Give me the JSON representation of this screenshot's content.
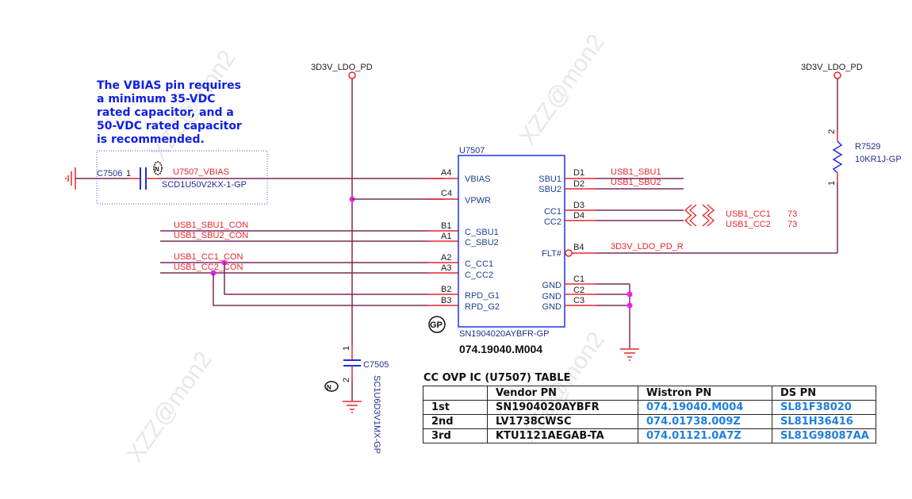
{
  "note": {
    "lines": [
      "The VBIAS pin requires",
      "a minimum 35-VDC",
      "rated capacitor, and a",
      "50-VDC rated capacitor",
      "is recommended."
    ]
  },
  "watermark": "XZZ@mon2",
  "power_rails": {
    "left": "3D3V_LDO_PD",
    "right": "3D3V_LDO_PD"
  },
  "c7506": {
    "ref": "C7506",
    "pin1": "1",
    "part": "SCD1U50V2KX-1-GP",
    "net": "U7507_VBIAS"
  },
  "c7505": {
    "ref": "C7505",
    "pin1": "1",
    "pin2": "2",
    "part": "SC1U6D3V1MX-GP"
  },
  "r7529": {
    "ref": "R7529",
    "part": "10KR1J-GP",
    "pin1": "1",
    "pin2": "2"
  },
  "u7507": {
    "ref": "U7507",
    "part": "SN1904020AYBFR-GP",
    "pn": "074.19040.M004",
    "gp_mark": "GP",
    "left_pins": [
      {
        "num": "A4",
        "name": "VBIAS"
      },
      {
        "num": "C4",
        "name": "VPWR"
      },
      {
        "num": "B1",
        "name": "C_SBU1"
      },
      {
        "num": "A1",
        "name": "C_SBU2"
      },
      {
        "num": "A2",
        "name": "C_CC1"
      },
      {
        "num": "A3",
        "name": "C_CC2"
      },
      {
        "num": "B2",
        "name": "RPD_G1"
      },
      {
        "num": "B3",
        "name": "RPD_G2"
      }
    ],
    "right_pins": [
      {
        "num": "D1",
        "name": "SBU1"
      },
      {
        "num": "D2",
        "name": "SBU2"
      },
      {
        "num": "D3",
        "name": "CC1"
      },
      {
        "num": "D4",
        "name": "CC2"
      },
      {
        "num": "B4",
        "name": "FLT#"
      },
      {
        "num": "C1",
        "name": "GND"
      },
      {
        "num": "C2",
        "name": "GND"
      },
      {
        "num": "C3",
        "name": "GND"
      }
    ]
  },
  "nets": {
    "sbu1_con": "USB1_SBU1_CON",
    "sbu2_con": "USB1_SBU2_CON",
    "cc1_con": "USB1_CC1_CON",
    "cc2_con": "USB1_CC2_CON",
    "sbu1": "USB1_SBU1",
    "sbu2": "USB1_SBU2",
    "cc1": "USB1_CC1",
    "cc2": "USB1_CC2",
    "cc1_page": "73",
    "cc2_page": "73",
    "flt": "3D3V_LDO_PD_R"
  },
  "table": {
    "title": "CC OVP IC (U7507) TABLE",
    "headers": [
      "",
      "Vendor PN",
      "Wistron PN",
      "DS PN"
    ],
    "rows": [
      [
        "1st",
        "SN1904020AYBFR",
        "074.19040.M004",
        "SL81F38020"
      ],
      [
        "2nd",
        "LV1738CWSC",
        "074.01738.009Z",
        "SL81H36416"
      ],
      [
        "3rd",
        "KTU1121AEGAB-TA",
        "074.01121.0A7Z",
        "SL81G98087AA"
      ]
    ]
  }
}
